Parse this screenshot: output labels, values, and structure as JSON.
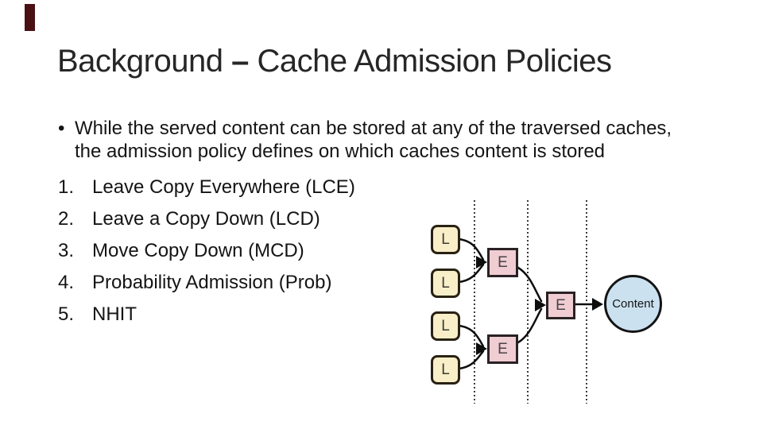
{
  "slide": {
    "accent_color": "#4a1114",
    "title": {
      "part1": "Background ",
      "dash": "–",
      "part2": " Cache Admission Policies"
    },
    "bullet_marker": "•",
    "bullet_line1": "While the served content can be stored at any of the traversed caches,",
    "bullet_line2": "the admission policy defines on which caches content is stored",
    "policies": [
      {
        "num": "1.",
        "label": "Leave Copy Everywhere (LCE)"
      },
      {
        "num": "2.",
        "label": "Leave a Copy Down (LCD)"
      },
      {
        "num": "3.",
        "label": "Move Copy Down (MCD)"
      },
      {
        "num": "4.",
        "label": "Probability Admission (Prob)"
      },
      {
        "num": "5.",
        "label": "NHIT"
      }
    ]
  },
  "diagram": {
    "leaf_label": "L",
    "edge_label": "E",
    "content_label": "Content",
    "colors": {
      "leaf_fill": "#f8efc9",
      "leaf_border": "#292113",
      "edge_fill": "#efcdd3",
      "edge_border": "#2a2124",
      "content_fill": "#cbe1f0",
      "content_border": "#141414",
      "arrow": "#0d0d0d",
      "divider_dots": "#3a3a3a"
    }
  }
}
